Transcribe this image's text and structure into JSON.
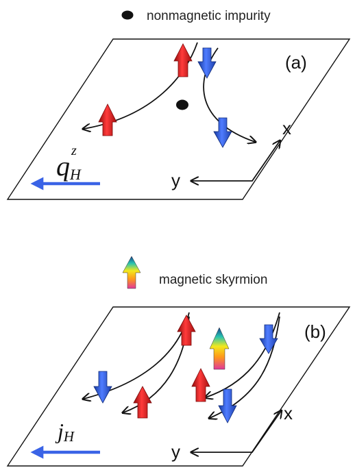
{
  "legend_a": {
    "label": "nonmagnetic impurity",
    "icon": "black-dot-icon"
  },
  "panel_a": {
    "label": "(a)",
    "current_main": "q",
    "current_sub": "H",
    "current_sup": "z",
    "axis_x": "x",
    "axis_y": "y"
  },
  "legend_b": {
    "label": "magnetic skyrmion",
    "icon": "rainbow-arrow-icon"
  },
  "panel_b": {
    "label": "(b)",
    "current_main": "j",
    "current_sub": "H",
    "axis_x": "x",
    "axis_y": "y"
  },
  "colors": {
    "spin_up": "#d51616",
    "spin_down": "#2a4fd0",
    "current_arrow": "#3a63e6",
    "outline": "#111111"
  }
}
